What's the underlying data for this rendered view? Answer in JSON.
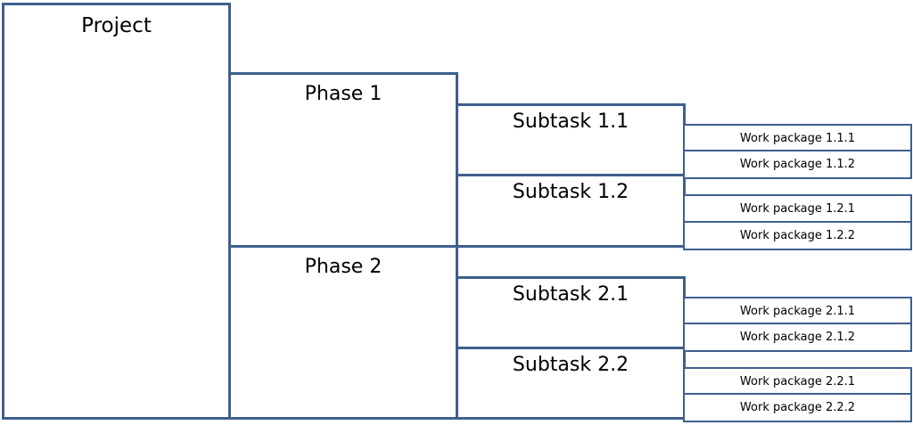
{
  "project": {
    "label": "Project"
  },
  "phases": [
    {
      "label": "Phase 1",
      "subtasks": [
        {
          "label": "Subtask 1.1",
          "work_packages": [
            "Work package 1.1.1",
            "Work package 1.1.2"
          ]
        },
        {
          "label": "Subtask 1.2",
          "work_packages": [
            "Work package 1.2.1",
            "Work package 1.2.2"
          ]
        }
      ]
    },
    {
      "label": "Phase 2",
      "subtasks": [
        {
          "label": "Subtask 2.1",
          "work_packages": [
            "Work package 2.1.1",
            "Work package 2.1.2"
          ]
        },
        {
          "label": "Subtask 2.2",
          "work_packages": [
            "Work package 2.2.1",
            "Work package 2.2.2"
          ]
        }
      ]
    }
  ],
  "colors": {
    "border": "#3e5f8d",
    "fill": "#ffffff",
    "text": "#000000"
  }
}
